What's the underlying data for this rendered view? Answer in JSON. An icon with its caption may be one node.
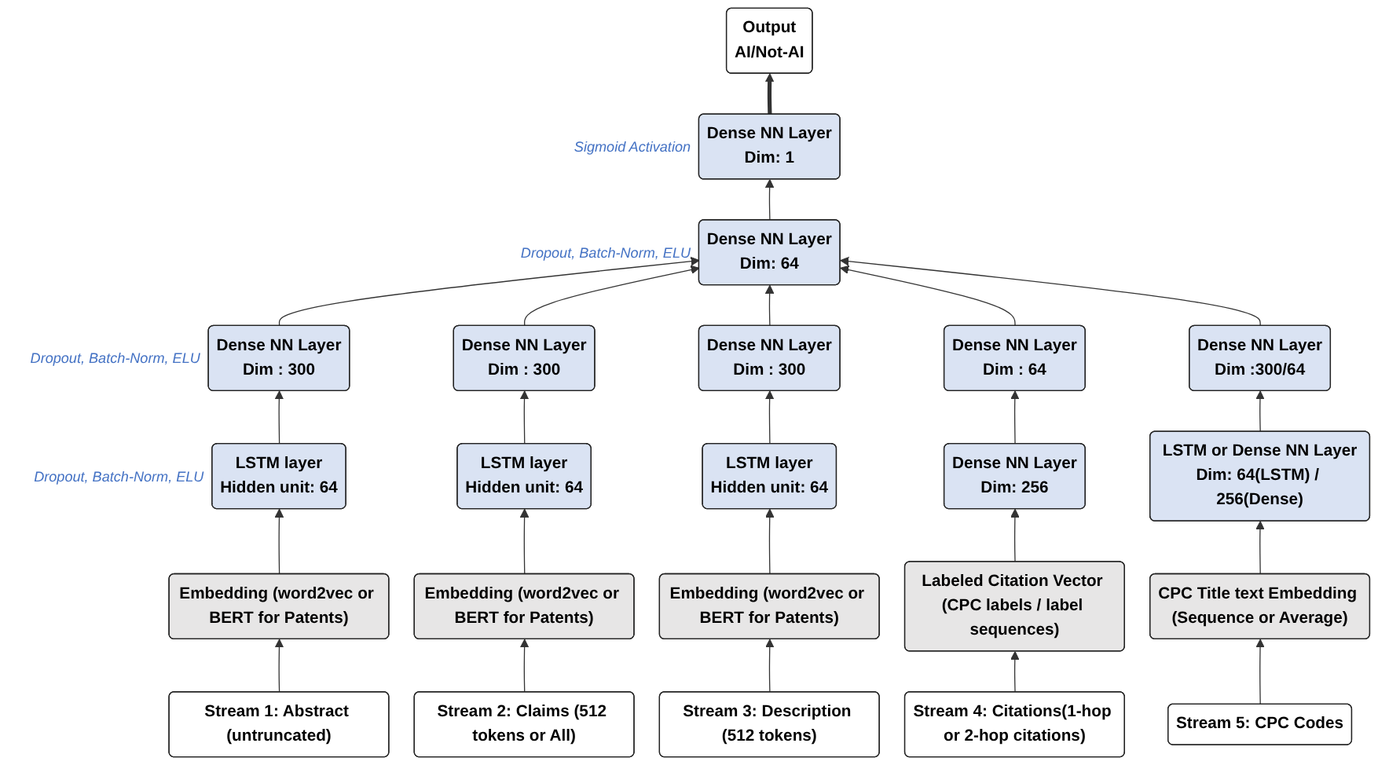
{
  "diagram": {
    "nodes": [
      {
        "text": [
          "Dense NN Layer",
          "Dim: 1"
        ],
        "beside": [
          "Sigmoid Activation"
        ]
      },
      {
        "text": [
          "Output",
          "AI/Not-AI"
        ]
      },
      {
        "text": [
          "Dense NN Layer",
          "Dim: 64"
        ],
        "beside": [
          "Dropout, Batch-Norm, ELU"
        ]
      },
      {
        "text": [
          "Dense NN Layer",
          "Dim : 300"
        ],
        "beside": [
          "Dropout, Batch-Norm, ELU"
        ]
      },
      {
        "text": [
          "Dense NN Layer",
          "Dim : 300"
        ]
      },
      {
        "text": [
          "Dense NN Layer",
          "Dim : 300"
        ]
      },
      {
        "text": [
          "Dense NN Layer",
          "Dim : 64"
        ]
      },
      {
        "text": [
          "Dense NN Layer",
          "Dim :300/64"
        ]
      },
      {
        "text": [
          "LSTM layer",
          "Hidden unit: 64"
        ],
        "beside": [
          "Dropout, Batch-Norm, ELU"
        ]
      },
      {
        "text": [
          "LSTM layer",
          "Hidden unit: 64"
        ]
      },
      {
        "text": [
          "LSTM layer",
          "Hidden unit: 64"
        ]
      },
      {
        "text": [
          "Dense NN Layer",
          "Dim: 256"
        ]
      },
      {
        "text": [
          "LSTM or Dense NN Layer",
          "Dim: 64(LSTM) / 256(Dense)"
        ]
      },
      {
        "text": [
          "Embedding (word2vec or BERT for Patents)"
        ]
      },
      {
        "text": [
          "Embedding (word2vec or BERT for Patents)"
        ]
      },
      {
        "text": [
          "Embedding (word2vec or BERT for Patents)"
        ]
      },
      {
        "text": [
          "Labeled Citation Vector (CPC labels / label sequences)"
        ]
      },
      {
        "text": [
          "CPC Title text Embedding (Sequence or Average)"
        ]
      },
      {
        "text": [
          "Stream 1: Abstract (untruncated)"
        ]
      },
      {
        "text": [
          "Stream 2: Claims (512 tokens or All)"
        ]
      },
      {
        "text": [
          "Stream 3: Description (512 tokens)"
        ]
      },
      {
        "text": [
          "Stream 4: Citations(1-hop or 2-hop citations)"
        ]
      },
      {
        "text": [
          "Stream 5: CPC Codes"
        ]
      }
    ],
    "edges": [
      {
        "from": 0,
        "to": 1,
        "arrow": "to",
        "style": "thick"
      },
      {
        "from": 2,
        "to": 0,
        "arrow": "to"
      },
      {
        "from": 3,
        "to": 2,
        "arrow": "to"
      },
      {
        "from": 4,
        "to": 2,
        "arrow": "to"
      },
      {
        "from": 5,
        "to": 2,
        "arrow": "to"
      },
      {
        "from": 6,
        "to": 2,
        "arrow": "to"
      },
      {
        "from": 7,
        "to": 2,
        "arrow": "to"
      },
      {
        "from": 8,
        "to": 3,
        "arrow": "to"
      },
      {
        "from": 9,
        "to": 4,
        "arrow": "to"
      },
      {
        "from": 10,
        "to": 5,
        "arrow": "to"
      },
      {
        "from": 11,
        "to": 6,
        "arrow": "to"
      },
      {
        "from": 12,
        "to": 7,
        "arrow": "to"
      },
      {
        "from": 13,
        "to": 8,
        "arrow": "to"
      },
      {
        "from": 14,
        "to": 9,
        "arrow": "to"
      },
      {
        "from": 15,
        "to": 10,
        "arrow": "to"
      },
      {
        "from": 16,
        "to": 11,
        "arrow": "to"
      },
      {
        "from": 17,
        "to": 12,
        "arrow": "to"
      },
      {
        "from": 18,
        "to": 13,
        "arrow": "to"
      },
      {
        "from": 19,
        "to": 14,
        "arrow": "to"
      },
      {
        "from": 20,
        "to": 15,
        "arrow": "to"
      },
      {
        "from": 21,
        "to": 16,
        "arrow": "to"
      },
      {
        "from": 22,
        "to": 17,
        "arrow": "to"
      }
    ]
  }
}
